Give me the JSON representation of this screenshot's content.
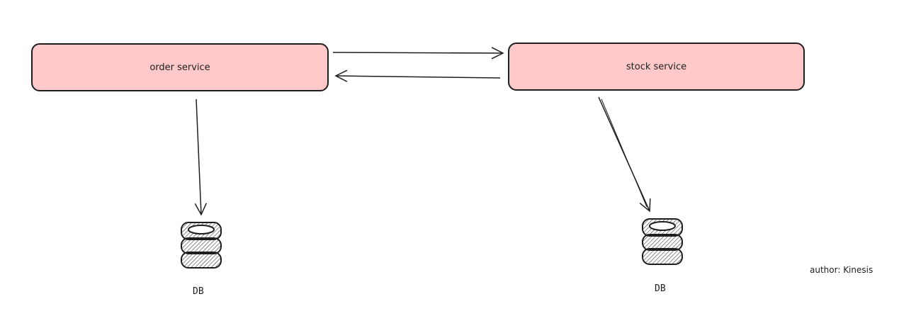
{
  "nodes": {
    "order_service": {
      "label": "order service"
    },
    "stock_service": {
      "label": "stock service"
    },
    "db_left": {
      "label": "DB"
    },
    "db_right": {
      "label": "DB"
    }
  },
  "edges": [
    {
      "from": "order_service",
      "to": "stock_service"
    },
    {
      "from": "stock_service",
      "to": "order_service"
    },
    {
      "from": "order_service",
      "to": "db_left"
    },
    {
      "from": "stock_service",
      "to": "db_right"
    }
  ],
  "author": "author: Kinesis",
  "colors": {
    "box_fill": "#ffc9c9",
    "stroke": "#1e1e1e",
    "background": "#ffffff"
  },
  "icons": {
    "database": "database-icon"
  }
}
